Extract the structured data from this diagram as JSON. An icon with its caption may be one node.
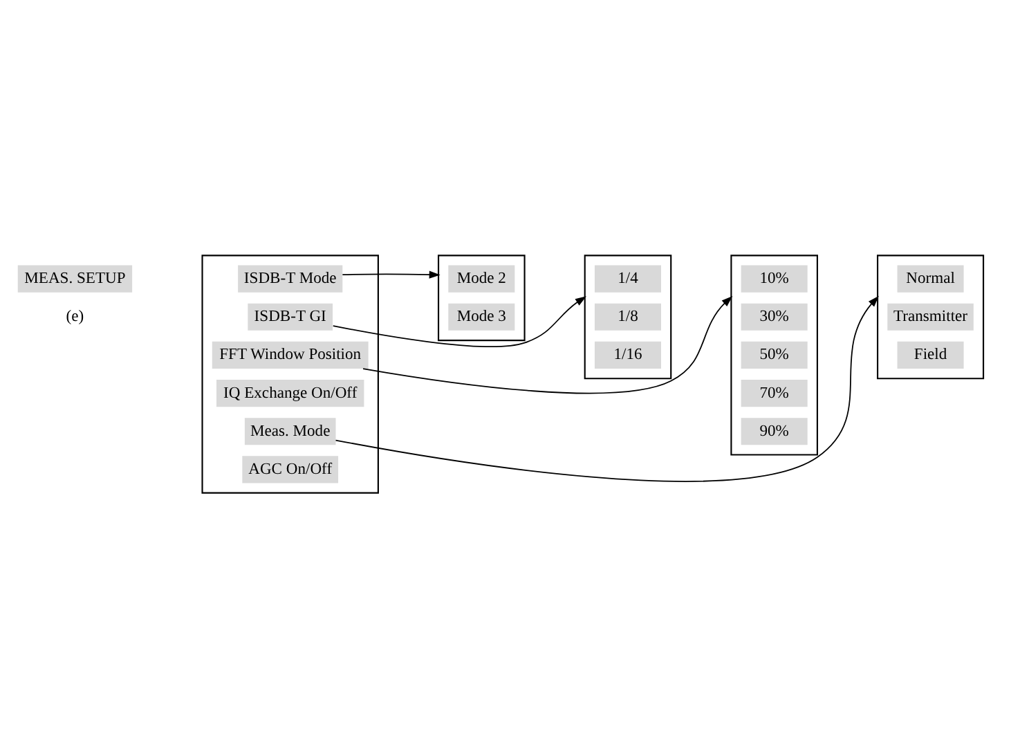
{
  "diagram": {
    "nodes": [
      {
        "text": [
          "MEAS. SETUP"
        ],
        "beside": [
          "(e)"
        ]
      },
      {
        "text": [],
        "shape": "bracket"
      },
      {
        "text": [
          "ISDB-T Mode"
        ],
        "in": 1
      },
      {
        "text": [
          "ISDB-T GI"
        ],
        "in": 1
      },
      {
        "text": [
          "FFT Window Position"
        ],
        "in": 1
      },
      {
        "text": [
          "IQ Exchange On/Off"
        ],
        "in": 1
      },
      {
        "text": [
          "Meas. Mode"
        ],
        "in": 1
      },
      {
        "text": [
          "AGC On/Off"
        ],
        "in": 1
      },
      {
        "text": [],
        "shape": "bracket"
      },
      {
        "text": [
          "Mode 2"
        ],
        "in": 8
      },
      {
        "text": [
          "Mode 3"
        ],
        "in": 8
      },
      {
        "text": [],
        "shape": "bracket"
      },
      {
        "text": [
          "1/4"
        ],
        "in": 11
      },
      {
        "text": [
          "1/8"
        ],
        "in": 11
      },
      {
        "text": [
          "1/16"
        ],
        "in": 11
      },
      {
        "text": [],
        "shape": "bracket"
      },
      {
        "text": [
          "10%"
        ],
        "in": 15
      },
      {
        "text": [
          "30%"
        ],
        "in": 15
      },
      {
        "text": [
          "50%"
        ],
        "in": 15
      },
      {
        "text": [
          "70%"
        ],
        "in": 15
      },
      {
        "text": [
          "90%"
        ],
        "in": 15
      },
      {
        "text": [],
        "shape": "bracket"
      },
      {
        "text": [
          "Normal"
        ],
        "in": 21
      },
      {
        "text": [
          "Transmitter"
        ],
        "in": 21
      },
      {
        "text": [
          "Field"
        ],
        "in": 21
      }
    ],
    "edges": [
      {
        "from": 2,
        "to": 8,
        "arrow": "to"
      },
      {
        "from": 3,
        "to": 11,
        "arrow": "to"
      },
      {
        "from": 4,
        "to": 15,
        "arrow": "to"
      },
      {
        "from": 6,
        "to": 21,
        "arrow": "to"
      }
    ]
  }
}
